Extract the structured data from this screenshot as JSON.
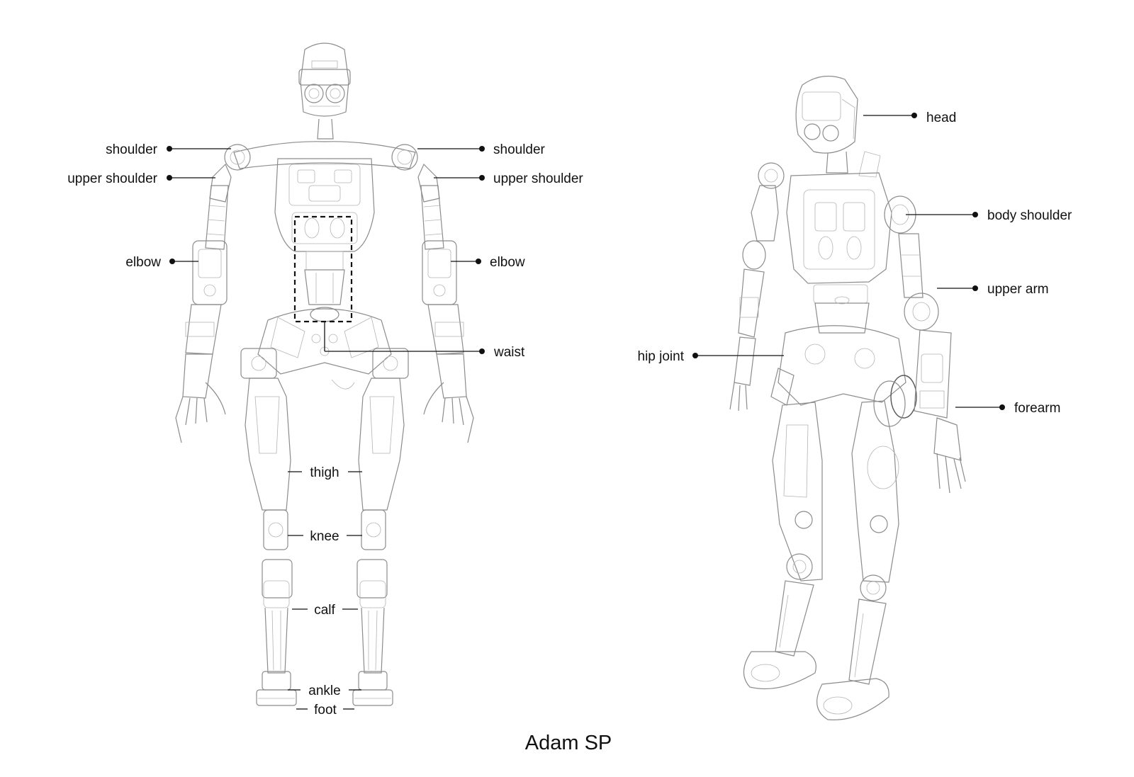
{
  "caption": "Adam SP",
  "front_view": {
    "labels": {
      "shoulder_left": "shoulder",
      "shoulder_right": "shoulder",
      "upper_shoulder_left": "upper shoulder",
      "upper_shoulder_right": "upper shoulder",
      "elbow_left": "elbow",
      "elbow_right": "elbow",
      "waist": "waist",
      "thigh": "thigh",
      "knee": "knee",
      "calf": "calf",
      "ankle": "ankle",
      "foot": "foot"
    }
  },
  "side_view": {
    "labels": {
      "head": "head",
      "body_shoulder": "body shoulder",
      "upper_arm": "upper arm",
      "hip_joint": "hip joint",
      "forearm": "forearm"
    }
  }
}
